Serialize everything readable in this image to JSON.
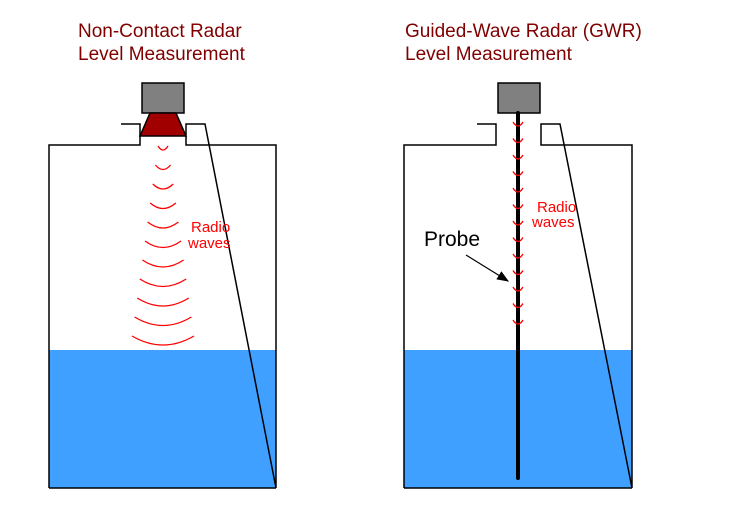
{
  "panels": {
    "left": {
      "title_line1": "Non-Contact Radar",
      "title_line2": "Level Measurement",
      "wave_label_line1": "Radio",
      "wave_label_line2": "waves"
    },
    "right": {
      "title_line1": "Guided-Wave Radar (GWR)",
      "title_line2": "Level Measurement",
      "wave_label_line1": "Radio",
      "wave_label_line2": "waves",
      "probe_label": "Probe"
    }
  },
  "colors": {
    "title": "#800000",
    "wave": "#ff0000",
    "liquid": "#40a0ff",
    "transmitter_body": "#808080",
    "horn_antenna": "#a00000",
    "probe": "#000000",
    "tank_outline": "#000000"
  },
  "icons": {
    "left_transmitter": "radar-transmitter-icon",
    "left_antenna": "horn-antenna-icon",
    "right_transmitter": "radar-transmitter-icon",
    "probe_arrow": "arrow-icon"
  }
}
